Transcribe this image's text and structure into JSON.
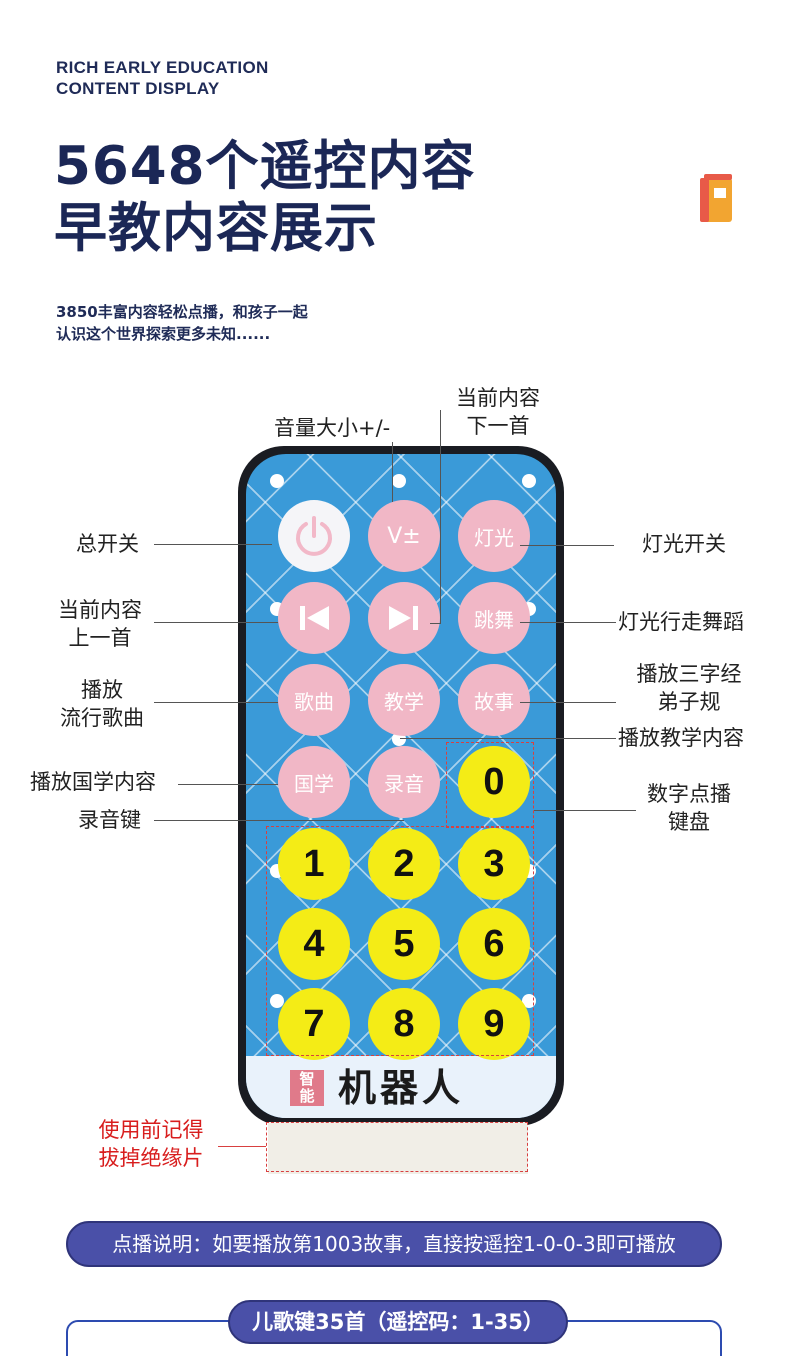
{
  "header": {
    "en_line1": "RICH EARLY EDUCATION",
    "en_line2": "CONTENT DISPLAY",
    "title_line1": "5648个遥控内容",
    "title_line2": "早教内容展示",
    "subtitle_line1": "3850丰富内容轻松点播，和孩子一起",
    "subtitle_line2": "认识这个世界探索更多未知......"
  },
  "labels": {
    "volume": "音量大小+/-",
    "next_line1": "当前内容",
    "next_line2": "下一首",
    "power": "总开关",
    "light": "灯光开关",
    "prev_line1": "当前内容",
    "prev_line2": "上一首",
    "dance": "灯光行走舞蹈",
    "songs_line1": "播放",
    "songs_line2": "流行歌曲",
    "classics_line1": "播放三字经",
    "classics_line2": "弟子规",
    "teaching": "播放教学内容",
    "guoxue": "播放国学内容",
    "keypad_line1": "数字点播",
    "keypad_line2": "键盘",
    "record": "录音键",
    "remove_line1": "使用前记得",
    "remove_line2": "拔掉绝缘片"
  },
  "remote": {
    "vol_btn": "V±",
    "light_btn": "灯光",
    "dance_btn": "跳舞",
    "song_btn": "歌曲",
    "teach_btn": "教学",
    "story_btn": "故事",
    "guoxue_btn": "国学",
    "record_btn": "录音",
    "digits": [
      "0",
      "1",
      "2",
      "3",
      "4",
      "5",
      "6",
      "7",
      "8",
      "9"
    ],
    "brand_badge_1": "智",
    "brand_badge_2": "能",
    "brand": "机器人"
  },
  "banner": "点播说明：如要播放第1003故事，直接按遥控1-0-0-3即可播放",
  "section_pill": "儿歌键35首（遥控码：1-35）",
  "colors": {
    "title": "#1b2756",
    "panel": "#3a9ad8",
    "pink_button": "#f1b7c6",
    "yellow_button": "#f4ec16",
    "banner": "#4a50a8",
    "warning": "#d81d1d"
  }
}
